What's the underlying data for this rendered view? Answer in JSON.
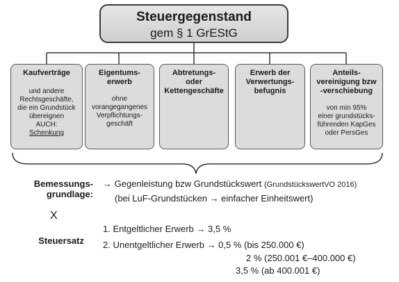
{
  "root": {
    "title": "Steuergegenstand",
    "subtitle": "gem § 1 GrEStG"
  },
  "boxes": [
    {
      "heading": "Kaufverträge",
      "body": [
        "und andere",
        "Rechtsgeschäfte,",
        "die ein Grundstück",
        "übereignen",
        "AUCH:"
      ],
      "emph": "Schenkung"
    },
    {
      "heading": "Eigentums-\nerwerb",
      "body": [
        "ohne",
        "vorangegangenes",
        "Verpflichtungs-",
        "geschäft"
      ]
    },
    {
      "heading": "Abtretungs-\noder\nKettengeschäfte",
      "body": []
    },
    {
      "heading": "Erwerb der\nVerwertungs-\nbefugnis",
      "body": []
    },
    {
      "heading": "Anteils-\nvereinigung bzw\n-verschiebung",
      "body": [
        "von min 95%",
        "einer grundstücks-",
        "führenden KapGes",
        "oder PersGes"
      ]
    }
  ],
  "bemessung": {
    "label_line1": "Bemessungs-",
    "label_line2": "grundlage:",
    "line1_main": "→ Gegenleistung bzw Grundstückswert",
    "line1_small": "(GrundstückswertVO 2016)",
    "line2": "(bei LuF-Grundstücken → einfacher Einheitswert)"
  },
  "times": "X",
  "steuersatz": {
    "label": "Steuersatz",
    "item1": "1.  Entgeltlicher Erwerb → 3,5 %",
    "item2": "2.  Unentgeltlicher Erwerb → 0,5 % (bis 250.000 €)",
    "item2b": "2 % (250.001 €–400.000 €)",
    "item2c": "3,5 % (ab 400.001 €)"
  }
}
